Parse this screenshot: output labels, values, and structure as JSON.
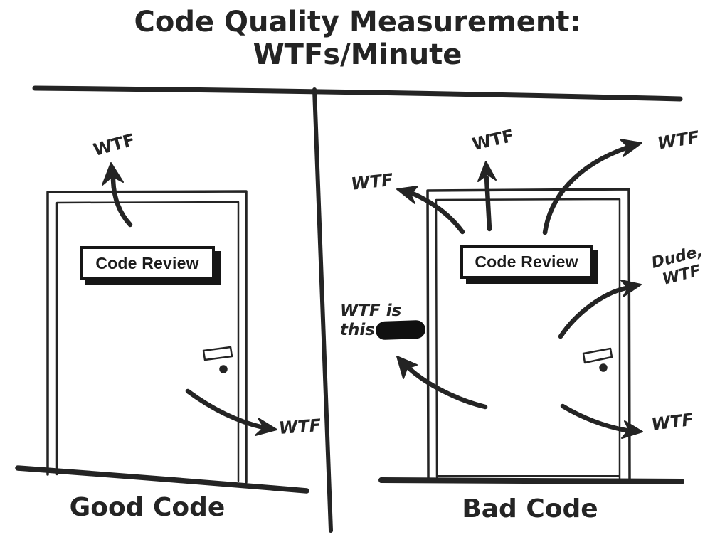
{
  "title": {
    "line1": "Code Quality Measurement:",
    "line2": "WTFs/Minute"
  },
  "panels": {
    "good": {
      "label": "Good Code",
      "sign_text": "Code Review",
      "wtf_top": "WTF",
      "wtf_bottom": "WTF"
    },
    "bad": {
      "label": "Bad Code",
      "sign_text": "Code Review",
      "wtf_top_left": "WTF",
      "wtf_top_mid": "WTF",
      "wtf_top_right": "WTF",
      "dude_line1": "Dude,",
      "dude_line2": "WTF",
      "wtf_is_line1": "WTF is",
      "wtf_is_line2": "this",
      "wtf_is_redacted": true,
      "wtf_bottom_right": "WTF"
    }
  },
  "colors": {
    "ink": "#242424",
    "paper": "#ffffff"
  }
}
